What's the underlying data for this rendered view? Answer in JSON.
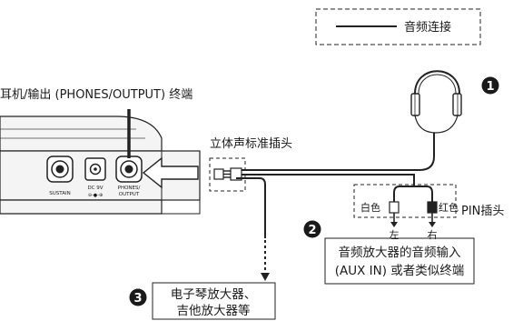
{
  "legend": {
    "line_label": "音频连接"
  },
  "headphone_port_label": "耳机/输出 (PHONES/OUTPUT) 终端",
  "stereo_plug_label": "立体声标准插头",
  "pin_plug_label": "PIN插头",
  "pin_white_label": "白色",
  "pin_red_label": "红色",
  "channel_left": "左",
  "channel_right": "右",
  "markers": {
    "one": "1",
    "two": "2",
    "three": "3"
  },
  "box_aux_line1": "音频放大器的音频输入",
  "box_aux_line2": "(AUX IN) 或者类似终端",
  "box_amp_line1": "电子琴放大器、",
  "box_amp_line2": "吉他放大器等",
  "panel": {
    "sustain_label": "SUSTAIN",
    "dc_label": "DC 9V",
    "dc_polarity": "⊖-●-⊕",
    "phones_label_1": "PHONES/",
    "phones_label_2": "OUTPUT"
  }
}
